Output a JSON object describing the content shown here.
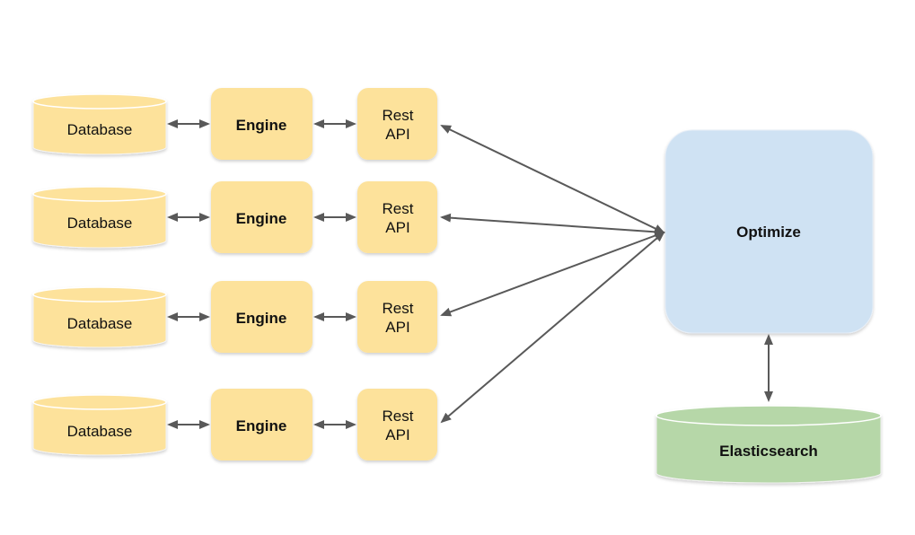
{
  "diagram": {
    "rows": [
      {
        "database": "Database",
        "engine": "Engine",
        "api_line1": "Rest",
        "api_line2": "API"
      },
      {
        "database": "Database",
        "engine": "Engine",
        "api_line1": "Rest",
        "api_line2": "API"
      },
      {
        "database": "Database",
        "engine": "Engine",
        "api_line1": "Rest",
        "api_line2": "API"
      },
      {
        "database": "Database",
        "engine": "Engine",
        "api_line1": "Rest",
        "api_line2": "API"
      }
    ],
    "optimize": "Optimize",
    "elasticsearch": "Elasticsearch"
  },
  "colors": {
    "yellow_fill": "#fde29b",
    "blue_fill": "#cfe2f3",
    "green_fill": "#b6d7a8",
    "arrow": "#595959"
  }
}
